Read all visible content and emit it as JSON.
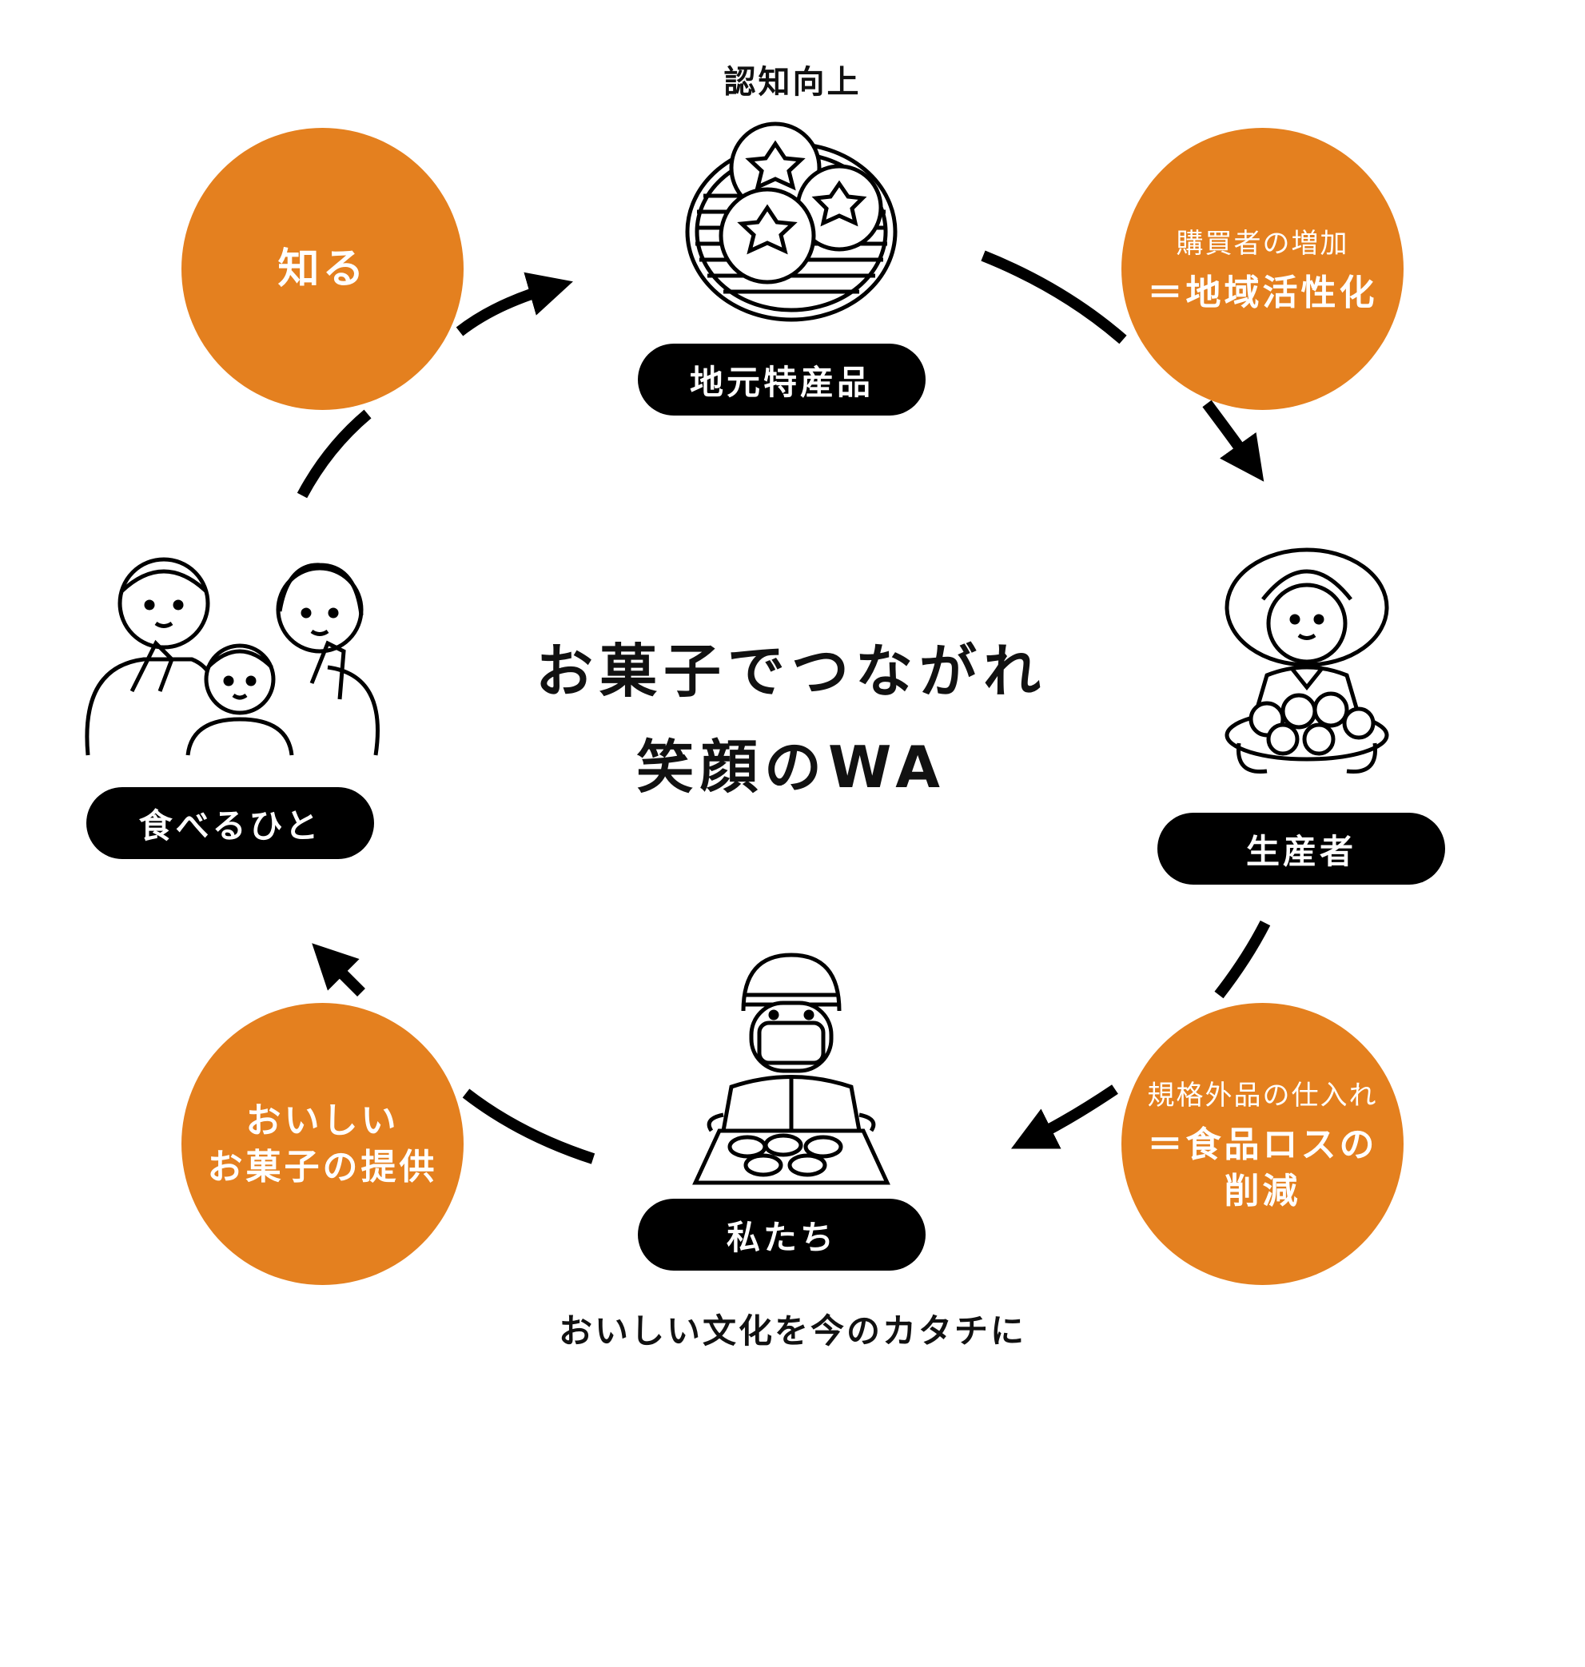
{
  "top_caption": "認知向上",
  "center_title": {
    "line1": "お菓子でつながれ",
    "line2": "笑顔のWA"
  },
  "bottom_caption": "おいしい文化を今のカタチに",
  "colors": {
    "accent": "#E4801F",
    "pill_bg": "#000000",
    "arrow": "#000000"
  },
  "nodes": {
    "top": {
      "label": "地元特産品",
      "icon": "persimmon-basket-icon"
    },
    "right": {
      "label": "生産者",
      "icon": "farmer-icon"
    },
    "bottom": {
      "label": "私たち",
      "icon": "confectioner-icon"
    },
    "left": {
      "label": "食べるひと",
      "icon": "family-icon"
    }
  },
  "circles": {
    "know": {
      "text": "知る"
    },
    "buyers": {
      "small": "購買者の増加",
      "big": "＝地域活性化"
    },
    "loss": {
      "small": "規格外品の仕入れ",
      "big_line1": "＝食品ロスの",
      "big_line2": "削減"
    },
    "sweets": {
      "line1": "おいしい",
      "line2": "お菓子の提供"
    }
  }
}
